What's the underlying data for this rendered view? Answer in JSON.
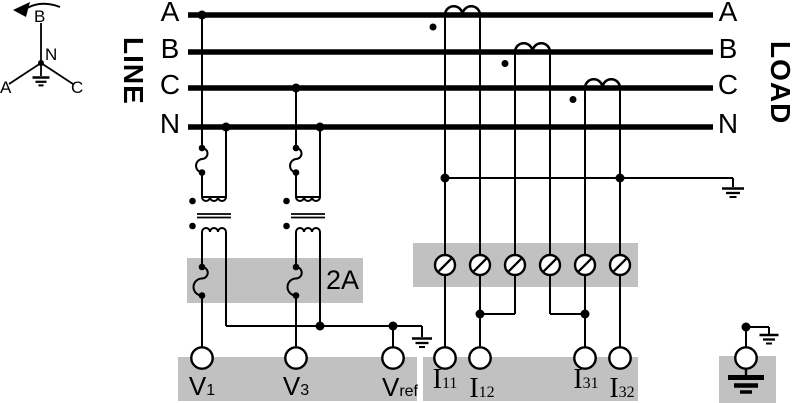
{
  "colors": {
    "block_gray": "#c1c1c1",
    "ink": "#000000",
    "background": "#ffffff"
  },
  "phasor": {
    "top": "B",
    "center": "N",
    "bottom_left": "A",
    "bottom_right": "C"
  },
  "sides": {
    "line": "LINE",
    "load": "LOAD"
  },
  "bus": {
    "left": [
      "A",
      "B",
      "C",
      "N"
    ],
    "right": [
      "A",
      "B",
      "C",
      "N"
    ]
  },
  "fuse_block": {
    "rating": "2A"
  },
  "terminals": {
    "v1": {
      "base": "V",
      "sub": "1"
    },
    "v3": {
      "base": "V",
      "sub": "3"
    },
    "vref": {
      "base": "V",
      "sub": "ref"
    },
    "i11": {
      "base": "I",
      "sub": "11"
    },
    "i12": {
      "base": "I",
      "sub": "12"
    },
    "i31": {
      "base": "I",
      "sub": "31"
    },
    "i32": {
      "base": "I",
      "sub": "32"
    }
  }
}
